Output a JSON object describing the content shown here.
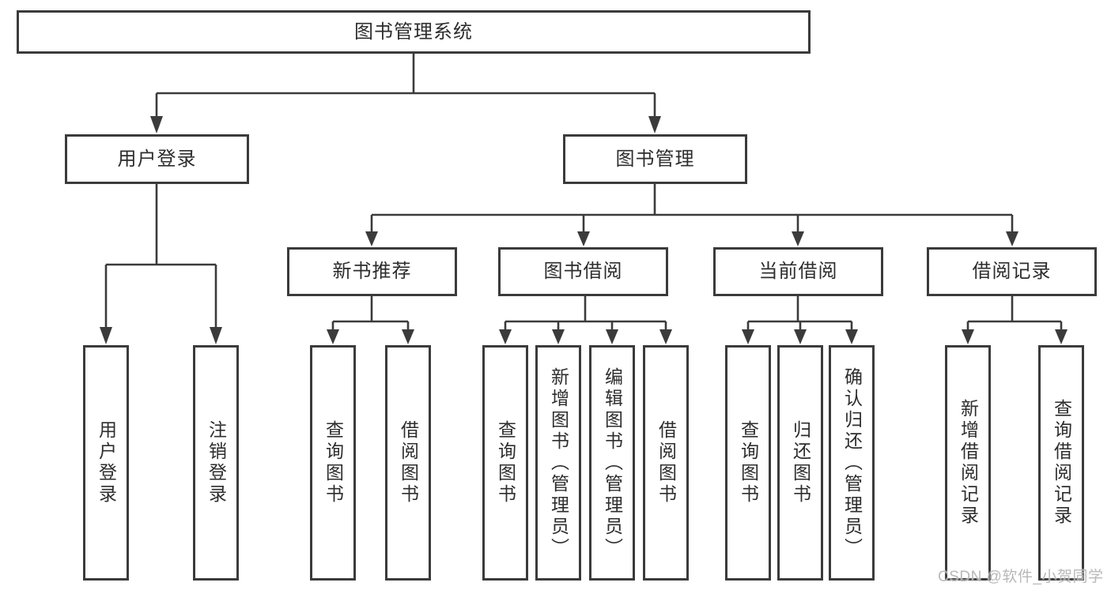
{
  "diagram_type": "hierarchy-tree",
  "colors": {
    "line": "#3b3b3b",
    "box_border": "#3b3b3b",
    "text": "#2d2d2d",
    "background": "#ffffff",
    "watermark_text_color": "#b5b5b5"
  },
  "tree": {
    "root": {
      "label": "图书管理系统",
      "children": [
        {
          "label": "用户登录",
          "children": [
            {
              "label": "用户登录"
            },
            {
              "label": "注销登录"
            }
          ]
        },
        {
          "label": "图书管理",
          "children": [
            {
              "label": "新书推荐",
              "children": [
                {
                  "label": "查询图书"
                },
                {
                  "label": "借阅图书"
                }
              ]
            },
            {
              "label": "图书借阅",
              "children": [
                {
                  "label": "查询图书"
                },
                {
                  "label": "新增图书（管理员）"
                },
                {
                  "label": "编辑图书（管理员）"
                },
                {
                  "label": "借阅图书"
                }
              ]
            },
            {
              "label": "当前借阅",
              "children": [
                {
                  "label": "查询图书"
                },
                {
                  "label": "归还图书"
                },
                {
                  "label": "确认归还（管理员）"
                }
              ]
            },
            {
              "label": "借阅记录",
              "children": [
                {
                  "label": "新增借阅记录"
                },
                {
                  "label": "查询借阅记录"
                }
              ]
            }
          ]
        }
      ]
    }
  },
  "watermark": "CSDN @软件_小贺同学"
}
